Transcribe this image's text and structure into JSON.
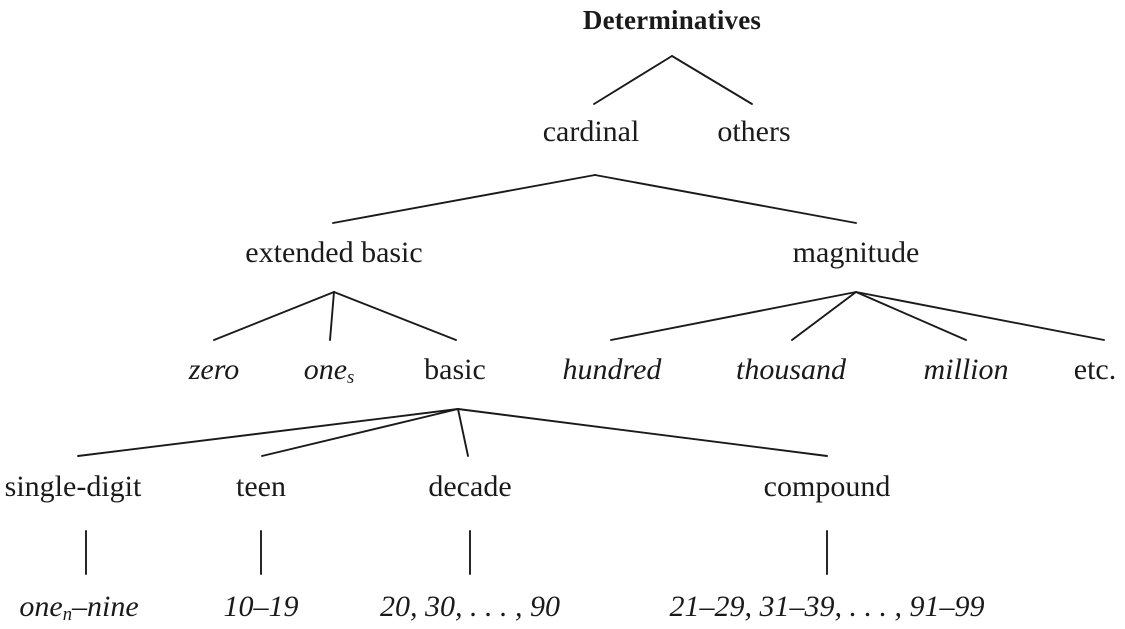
{
  "diagram": {
    "type": "tree",
    "title": "Determinatives",
    "colors": {
      "background": "#ffffff",
      "text": "#1a1a1a",
      "edge": "#1a1a1a"
    },
    "levels": {
      "level1": {
        "nodes": [
          {
            "id": "determinatives",
            "label": "Determinatives",
            "style": "bold-roman"
          }
        ]
      },
      "level2": {
        "nodes": [
          {
            "id": "cardinal",
            "label": "cardinal",
            "style": "roman"
          },
          {
            "id": "others",
            "label": "others",
            "style": "roman"
          }
        ]
      },
      "level3": {
        "nodes": [
          {
            "id": "extended-basic",
            "label": "extended basic",
            "style": "roman"
          },
          {
            "id": "magnitude",
            "label": "magnitude",
            "style": "roman"
          }
        ]
      },
      "level4": {
        "nodes": [
          {
            "id": "zero",
            "label": "zero",
            "style": "italic"
          },
          {
            "id": "one-s",
            "label": "one",
            "subscript": "s",
            "style": "italic"
          },
          {
            "id": "basic",
            "label": "basic",
            "style": "roman"
          },
          {
            "id": "hundred",
            "label": "hundred",
            "style": "italic"
          },
          {
            "id": "thousand",
            "label": "thousand",
            "style": "italic"
          },
          {
            "id": "million",
            "label": "million",
            "style": "italic"
          },
          {
            "id": "etc",
            "label": "etc.",
            "style": "roman"
          }
        ]
      },
      "level5": {
        "nodes": [
          {
            "id": "single-digit",
            "label": "single-digit",
            "style": "roman"
          },
          {
            "id": "teen",
            "label": "teen",
            "style": "roman"
          },
          {
            "id": "decade",
            "label": "decade",
            "style": "roman"
          },
          {
            "id": "compound",
            "label": "compound",
            "style": "roman"
          }
        ]
      },
      "level6": {
        "nodes": [
          {
            "id": "one-n-nine",
            "label": "one",
            "subscript": "n",
            "suffix": "–nine",
            "style": "italic"
          },
          {
            "id": "ten-nineteen",
            "label": "10–19",
            "style": "italic"
          },
          {
            "id": "decades-list",
            "label": "20, 30, . . . , 90",
            "style": "italic"
          },
          {
            "id": "compounds-list",
            "label": "21–29, 31–39, . . . , 91–99",
            "style": "italic"
          }
        ]
      }
    },
    "edges": [
      {
        "from": "determinatives",
        "to": "cardinal"
      },
      {
        "from": "determinatives",
        "to": "others"
      },
      {
        "from": "cardinal",
        "to": "extended-basic"
      },
      {
        "from": "cardinal",
        "to": "magnitude"
      },
      {
        "from": "extended-basic",
        "to": "zero"
      },
      {
        "from": "extended-basic",
        "to": "one-s"
      },
      {
        "from": "extended-basic",
        "to": "basic"
      },
      {
        "from": "magnitude",
        "to": "hundred"
      },
      {
        "from": "magnitude",
        "to": "thousand"
      },
      {
        "from": "magnitude",
        "to": "million"
      },
      {
        "from": "magnitude",
        "to": "etc"
      },
      {
        "from": "basic",
        "to": "single-digit"
      },
      {
        "from": "basic",
        "to": "teen"
      },
      {
        "from": "basic",
        "to": "decade"
      },
      {
        "from": "basic",
        "to": "compound"
      },
      {
        "from": "single-digit",
        "to": "one-n-nine"
      },
      {
        "from": "teen",
        "to": "ten-nineteen"
      },
      {
        "from": "decade",
        "to": "decades-list"
      },
      {
        "from": "compound",
        "to": "compounds-list"
      }
    ]
  }
}
